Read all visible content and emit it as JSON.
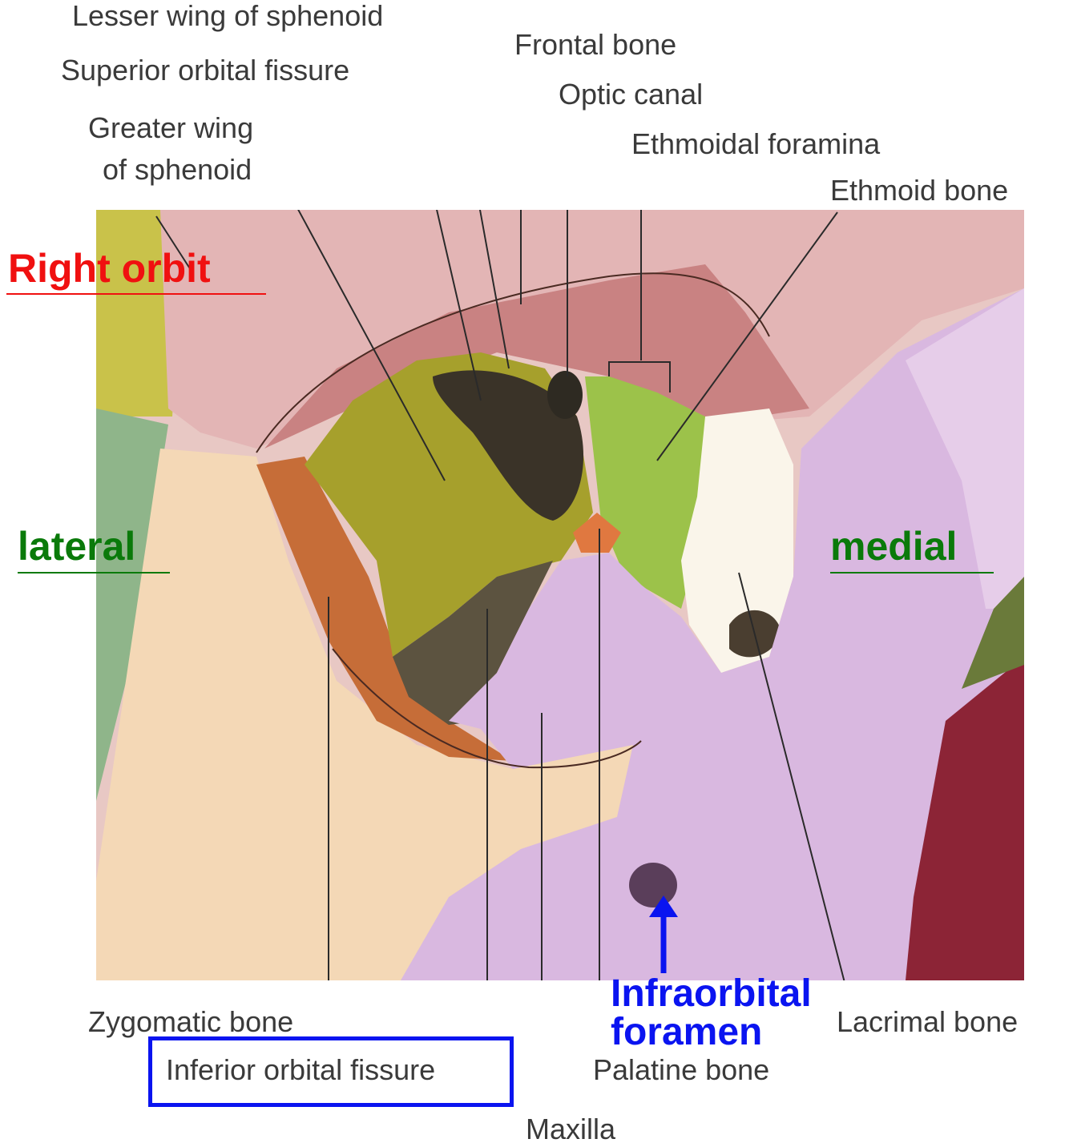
{
  "labels": {
    "lesser_wing": "Lesser wing of sphenoid",
    "frontal_bone": "Frontal bone",
    "superior_fissure": "Superior orbital fissure",
    "optic_canal": "Optic canal",
    "greater_wing_1": "Greater wing",
    "greater_wing_2": "of sphenoid",
    "ethmoidal_foramina": "Ethmoidal foramina",
    "ethmoid_bone": "Ethmoid bone",
    "zygomatic_bone": "Zygomatic bone",
    "inferior_fissure": "Inferior orbital fissure",
    "palatine_bone": "Palatine bone",
    "maxilla": "Maxilla",
    "lacrimal_bone": "Lacrimal bone"
  },
  "annotations": {
    "right_orbit": "Right orbit",
    "lateral": "lateral",
    "medial": "medial",
    "infraorbital_1": "Infraorbital",
    "infraorbital_2": "foramen"
  },
  "colors": {
    "red": "#f01010",
    "green": "#0a7a0a",
    "blue": "#0a14f0"
  }
}
